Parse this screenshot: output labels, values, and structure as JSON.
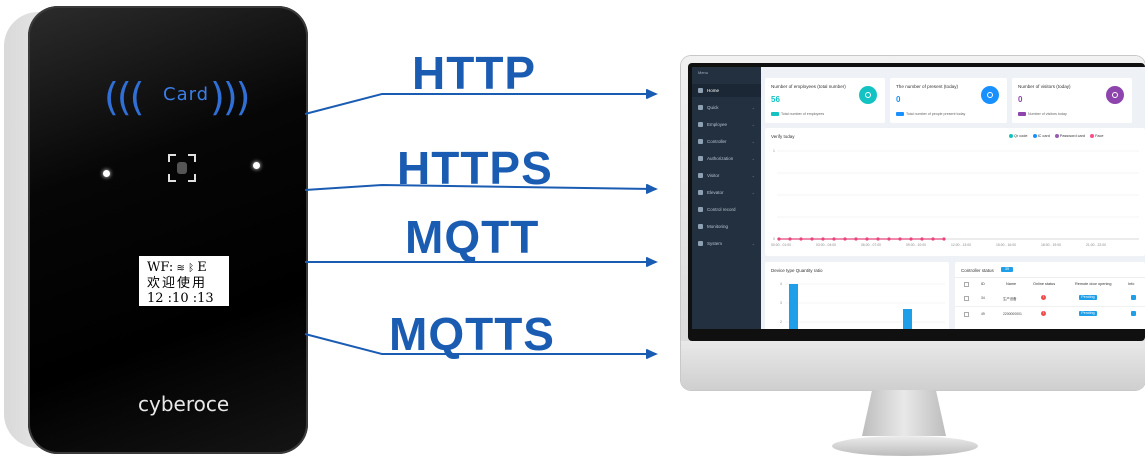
{
  "device": {
    "card_label": "Card",
    "wave_left": "(((",
    "wave_right": ")))",
    "lcd": {
      "line1_prefix": "WF:",
      "line1_suffix": "E",
      "line2": "欢迎使用",
      "line3": "12 :10 :13"
    },
    "brand": "cyberoce"
  },
  "protocols": [
    "HTTP",
    "HTTPS",
    "MQTT",
    "MQTTS"
  ],
  "dashboard": {
    "sidebar": {
      "title": "Menu",
      "items": [
        {
          "label": "Home",
          "active": true
        },
        {
          "label": "Quick",
          "active": false
        },
        {
          "label": "Employee",
          "active": false
        },
        {
          "label": "Controller",
          "active": false
        },
        {
          "label": "Authorization",
          "active": false
        },
        {
          "label": "Visitor",
          "active": false
        },
        {
          "label": "Elevator",
          "active": false
        },
        {
          "label": "Control record",
          "active": false
        },
        {
          "label": "Monitoring",
          "active": false
        },
        {
          "label": "System",
          "active": false
        }
      ]
    },
    "stats": [
      {
        "title": "Number of employees (total number)",
        "value": "56",
        "sub": "Total number of employees",
        "color": "#13c2c2"
      },
      {
        "title": "The number of present (today)",
        "value": "0",
        "sub": "Total number of people present today",
        "color": "#1890ff"
      },
      {
        "title": "Number of visitors (today)",
        "value": "0",
        "sub": "Number of visitors today",
        "color": "#8e44ad"
      }
    ],
    "verify": {
      "title": "Verify today",
      "legend": [
        {
          "label": "Qr code",
          "color": "#13c2c2"
        },
        {
          "label": "IC card",
          "color": "#1890ff"
        },
        {
          "label": "Password card",
          "color": "#9b59b6"
        },
        {
          "label": "Face",
          "color": "#ff4d8a"
        }
      ],
      "y_tick_top": "1",
      "y_tick_bottom": "0",
      "x_ticks": [
        "00:00 - 01:00",
        "03:00 - 04:00",
        "06:00 - 07:00",
        "09:00 - 10:00",
        "12:00 - 13:00",
        "15:00 - 16:00",
        "18:00 - 19:00",
        "21:00 - 22:00"
      ],
      "line_color": "#e8457c"
    },
    "device_type": {
      "title": "Device type Quantity ratio",
      "y_ticks": [
        "4",
        "3",
        "2"
      ],
      "bar_color": "#1e9fe8"
    },
    "controller": {
      "title": "Controller status",
      "count": "39",
      "columns": [
        "ID",
        "Name",
        "Online status",
        "Remote door opening",
        "Info"
      ],
      "rows": [
        {
          "id": "34",
          "name": "生产设备",
          "status": "!",
          "action": "Pending"
        },
        {
          "id": "49",
          "name": "2200000001",
          "status": "!",
          "action": "Pending"
        }
      ]
    }
  }
}
